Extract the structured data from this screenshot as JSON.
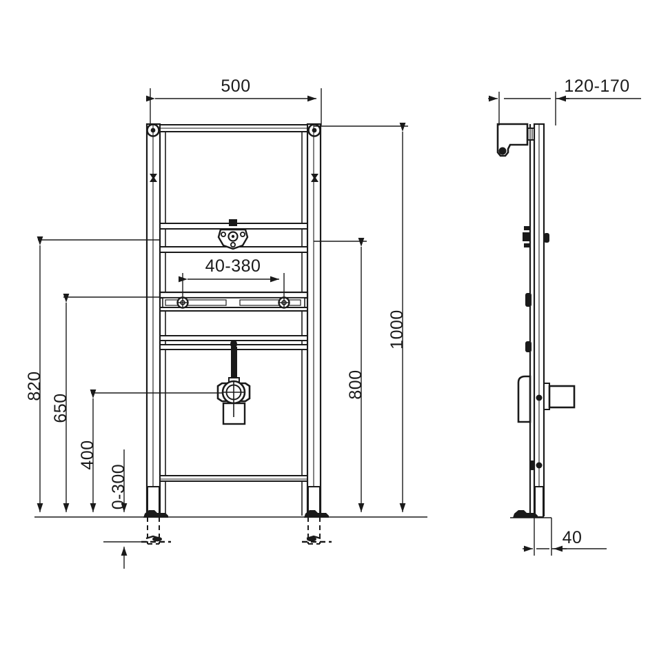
{
  "drawing": {
    "title": "Wall-mounted washbasin support frame installation drawing",
    "line_color": "#1a1a1a",
    "background_color": "#ffffff",
    "views": [
      {
        "name": "front-view",
        "label": ""
      },
      {
        "name": "side-view",
        "label": ""
      }
    ]
  },
  "dimensions": {
    "front": {
      "width_top": "500",
      "rail_range": "40-380",
      "left_stack": [
        {
          "name": "dim-820",
          "value": "820"
        },
        {
          "name": "dim-650",
          "value": "650"
        },
        {
          "name": "dim-400",
          "value": "400"
        },
        {
          "name": "dim-0-300",
          "value": "0-300"
        }
      ],
      "right_stack": [
        {
          "name": "dim-800",
          "value": "800"
        },
        {
          "name": "dim-1000",
          "value": "1000"
        }
      ]
    },
    "side": {
      "depth_range": "120-170",
      "foot_offset": "40"
    }
  },
  "chart_data": {
    "type": "table",
    "title": "Washbasin frame dimensions (mm)",
    "categories": [
      "500",
      "40-380",
      "820",
      "650",
      "400",
      "0-300",
      "800",
      "1000",
      "120-170",
      "40"
    ],
    "values": [
      500,
      380,
      820,
      650,
      400,
      300,
      800,
      1000,
      170,
      40
    ]
  }
}
